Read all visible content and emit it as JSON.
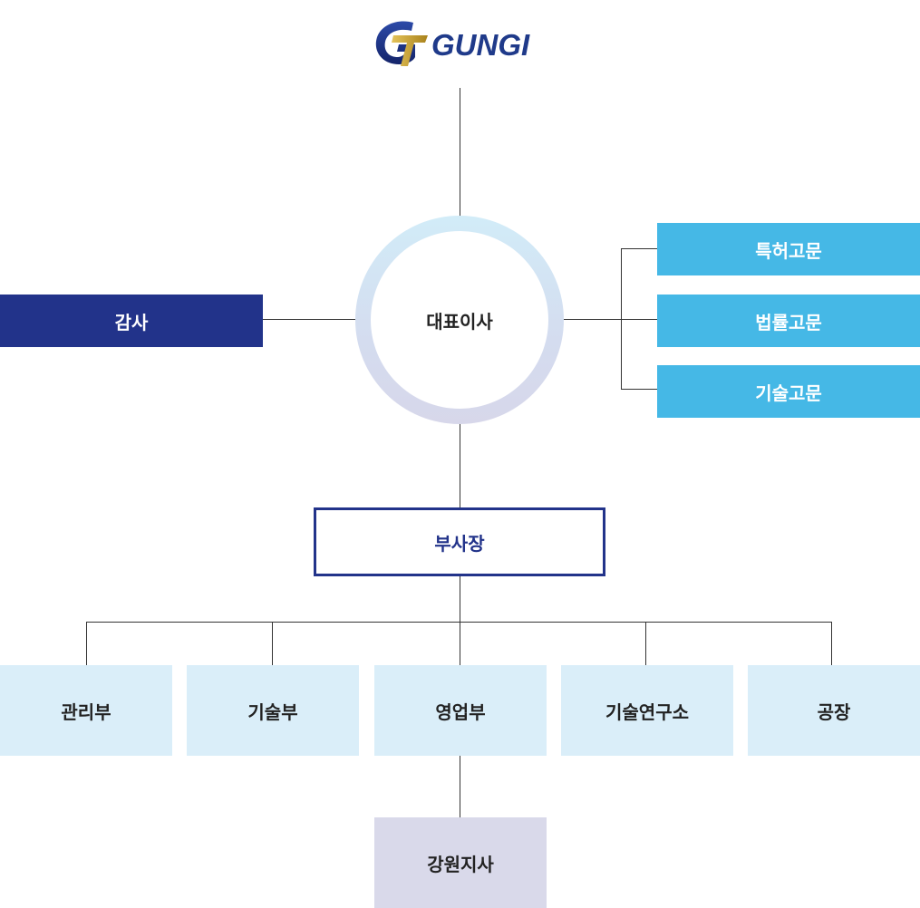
{
  "logo": {
    "text": "GUNGI",
    "colors": {
      "navy": "#1f3a8a",
      "gold": "#c9a227"
    }
  },
  "ceo": {
    "label": "대표이사"
  },
  "audit": {
    "label": "감사"
  },
  "advisors": [
    {
      "label": "특허고문"
    },
    {
      "label": "법률고문"
    },
    {
      "label": "기술고문"
    }
  ],
  "vice_president": {
    "label": "부사장"
  },
  "departments": [
    {
      "label": "관리부"
    },
    {
      "label": "기술부"
    },
    {
      "label": "영업부"
    },
    {
      "label": "기술연구소"
    },
    {
      "label": "공장"
    }
  ],
  "branch": {
    "label": "강원지사"
  },
  "colors": {
    "navy": "#22338a",
    "sky": "#45b8e6",
    "light_blue": "#daeef9",
    "lavender": "#d9d9ea",
    "line": "#333333"
  }
}
